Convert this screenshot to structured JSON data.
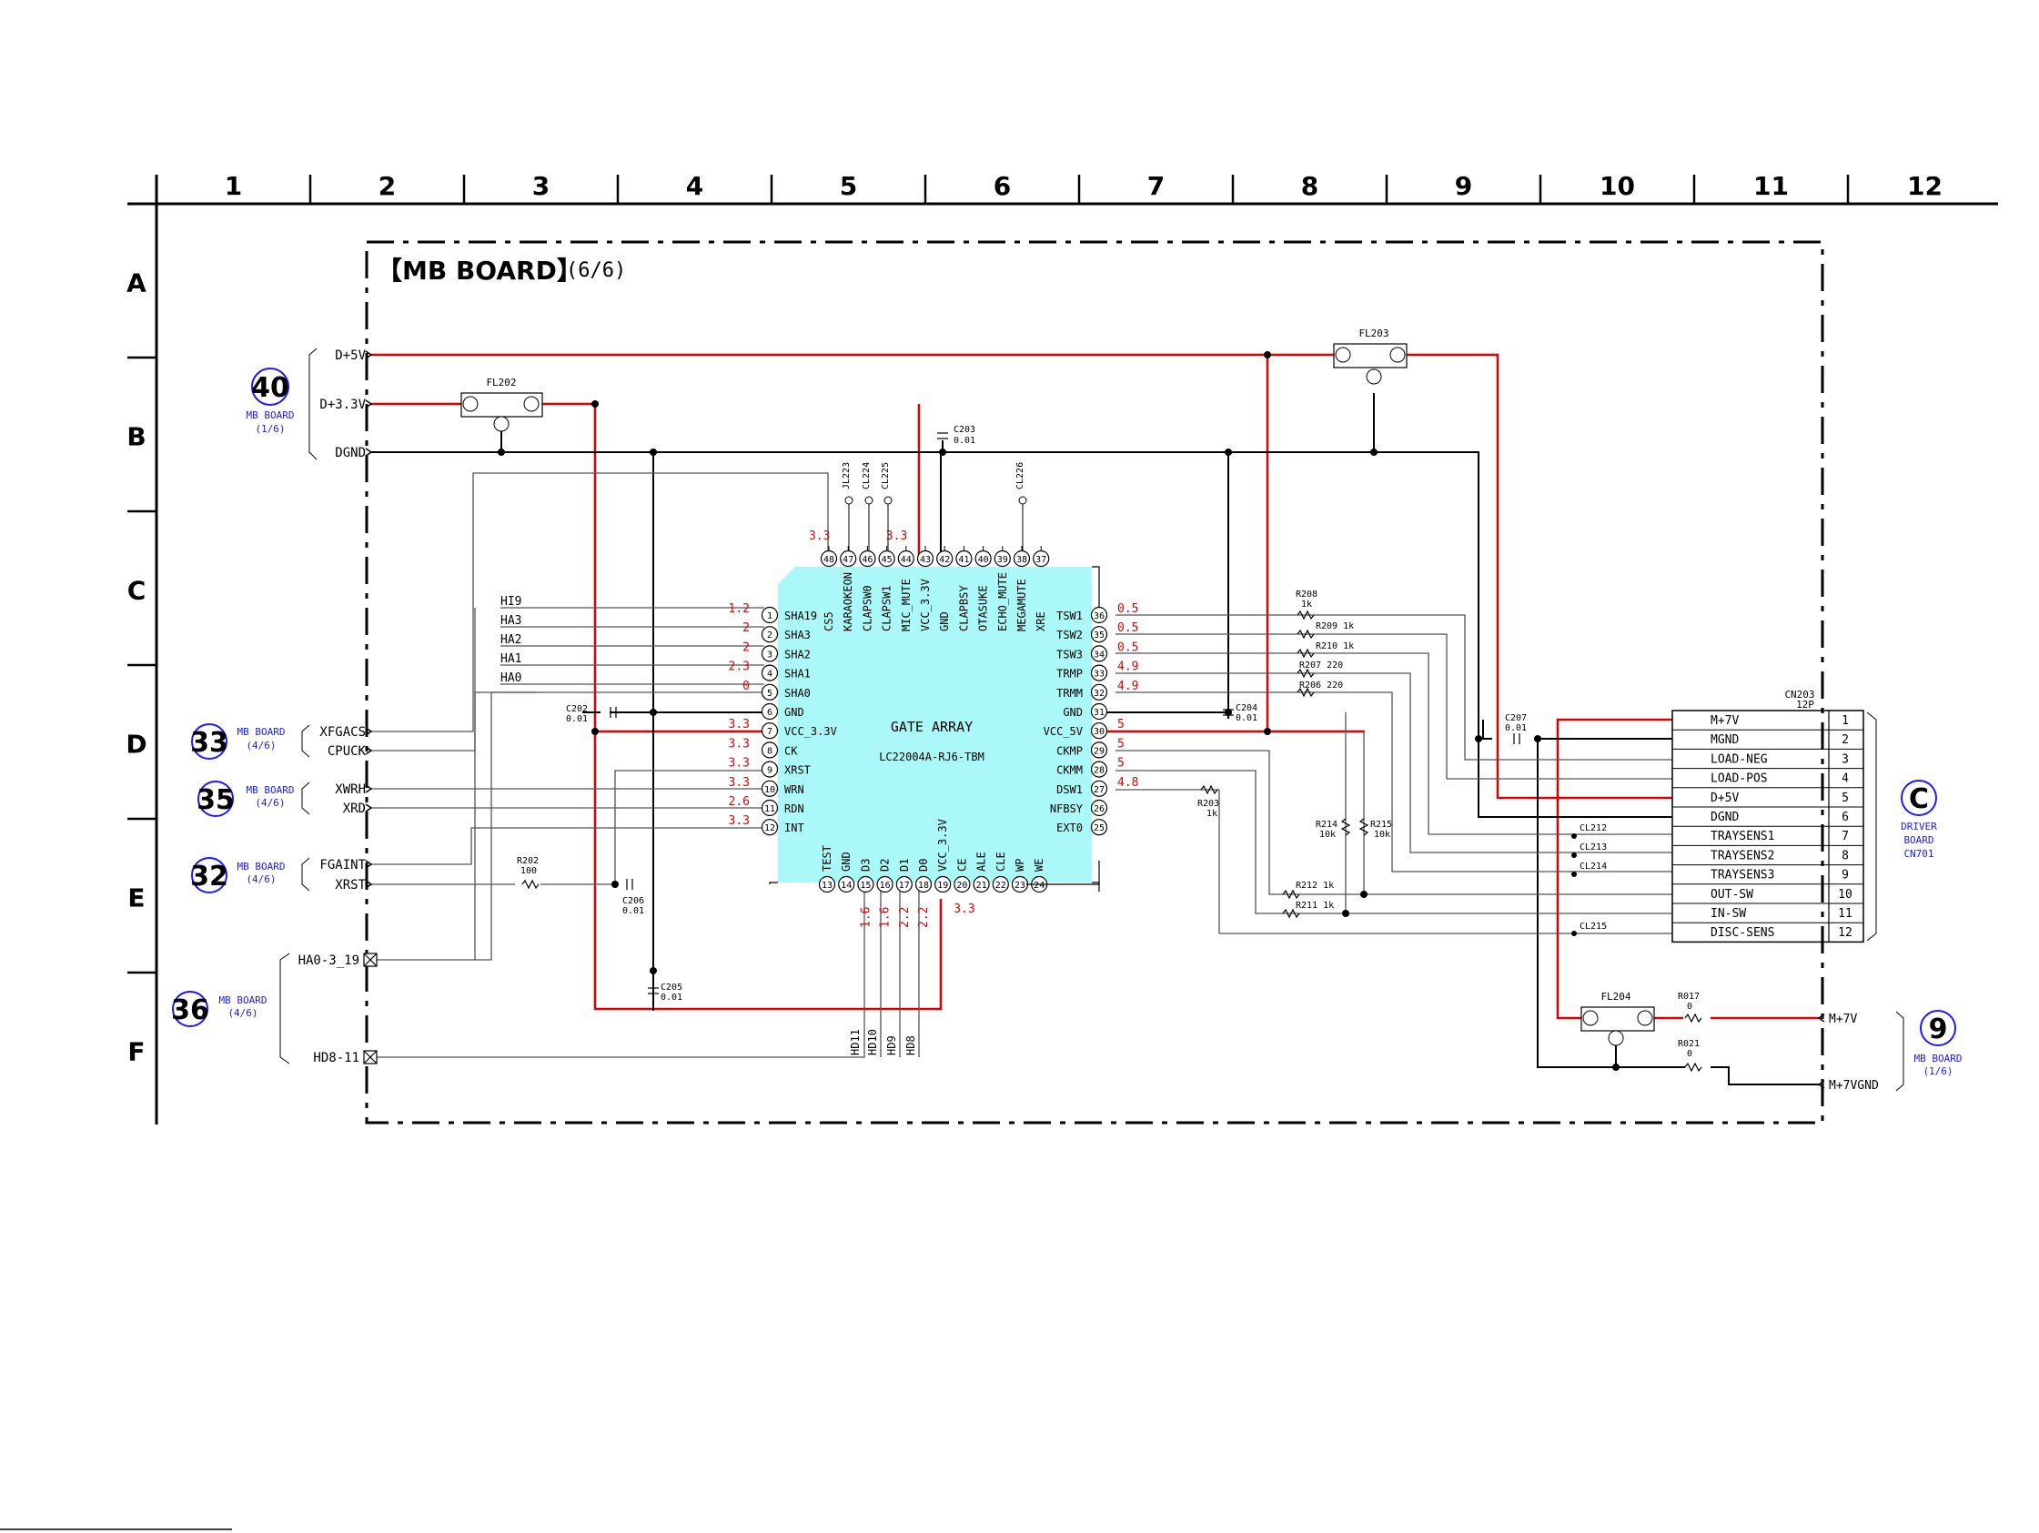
{
  "grid": {
    "columns": [
      "1",
      "2",
      "3",
      "4",
      "5",
      "6",
      "7",
      "8",
      "9",
      "10",
      "11",
      "12"
    ],
    "rows": [
      "A",
      "B",
      "C",
      "D",
      "E",
      "F"
    ]
  },
  "board": {
    "title": "【MB BOARD】",
    "page": "(6/6)"
  },
  "ic": {
    "name": "GATE ARRAY",
    "part": "LC22004A-RJ6-TBM",
    "top_pins": [
      {
        "num": "48",
        "name": "CS5",
        "v": "3.3"
      },
      {
        "num": "47",
        "name": "KARAOKEON",
        "v": ""
      },
      {
        "num": "46",
        "name": "CLAPSW0",
        "v": ""
      },
      {
        "num": "45",
        "name": "CLAPSW1",
        "v": ""
      },
      {
        "num": "44",
        "name": "MIC_MUTE",
        "v": "3.3"
      },
      {
        "num": "43",
        "name": "VCC_3.3V",
        "v": ""
      },
      {
        "num": "42",
        "name": "GND",
        "v": ""
      },
      {
        "num": "41",
        "name": "CLAPBSY",
        "v": ""
      },
      {
        "num": "40",
        "name": "OTASUKE",
        "v": ""
      },
      {
        "num": "39",
        "name": "ECHO_MUTE",
        "v": ""
      },
      {
        "num": "38",
        "name": "MEGAMUTE",
        "v": ""
      },
      {
        "num": "37",
        "name": "XRE",
        "v": ""
      }
    ],
    "left_pins": [
      {
        "num": "1",
        "name": "SHA19",
        "v": "1.2"
      },
      {
        "num": "2",
        "name": "SHA3",
        "v": "2"
      },
      {
        "num": "3",
        "name": "SHA2",
        "v": "2"
      },
      {
        "num": "4",
        "name": "SHA1",
        "v": "2.3"
      },
      {
        "num": "5",
        "name": "SHA0",
        "v": "0"
      },
      {
        "num": "6",
        "name": "GND",
        "v": ""
      },
      {
        "num": "7",
        "name": "VCC_3.3V",
        "v": "3.3"
      },
      {
        "num": "8",
        "name": "CK",
        "v": "3.3"
      },
      {
        "num": "9",
        "name": "XRST",
        "v": "3.3"
      },
      {
        "num": "10",
        "name": "WRN",
        "v": "3.3"
      },
      {
        "num": "11",
        "name": "RDN",
        "v": "2.6"
      },
      {
        "num": "12",
        "name": "INT",
        "v": "3.3"
      }
    ],
    "right_pins": [
      {
        "num": "36",
        "name": "TSW1",
        "v": "0.5"
      },
      {
        "num": "35",
        "name": "TSW2",
        "v": "0.5"
      },
      {
        "num": "34",
        "name": "TSW3",
        "v": "0.5"
      },
      {
        "num": "33",
        "name": "TRMP",
        "v": "4.9"
      },
      {
        "num": "32",
        "name": "TRMM",
        "v": "4.9"
      },
      {
        "num": "31",
        "name": "GND",
        "v": ""
      },
      {
        "num": "30",
        "name": "VCC_5V",
        "v": "5"
      },
      {
        "num": "29",
        "name": "CKMP",
        "v": "5"
      },
      {
        "num": "28",
        "name": "CKMM",
        "v": "5"
      },
      {
        "num": "27",
        "name": "DSW1",
        "v": "4.8"
      },
      {
        "num": "26",
        "name": "NFBSY",
        "v": ""
      },
      {
        "num": "25",
        "name": "EXT0",
        "v": ""
      }
    ],
    "bottom_pins": [
      {
        "num": "13",
        "name": "TEST",
        "v": ""
      },
      {
        "num": "14",
        "name": "GND",
        "v": ""
      },
      {
        "num": "15",
        "name": "D3",
        "v": "1.6"
      },
      {
        "num": "16",
        "name": "D2",
        "v": "1.6"
      },
      {
        "num": "17",
        "name": "D1",
        "v": "2.2"
      },
      {
        "num": "18",
        "name": "D0",
        "v": "2.2"
      },
      {
        "num": "19",
        "name": "VCC_3.3V",
        "v": "3.3"
      },
      {
        "num": "20",
        "name": "CE",
        "v": ""
      },
      {
        "num": "21",
        "name": "ALE",
        "v": ""
      },
      {
        "num": "22",
        "name": "CLE",
        "v": ""
      },
      {
        "num": "23",
        "name": "WP",
        "v": ""
      },
      {
        "num": "24",
        "name": "WE",
        "v": ""
      }
    ]
  },
  "left_connectors": {
    "b40": {
      "num": "40",
      "board": "MB BOARD",
      "page": "(1/6)",
      "signals": [
        "D+5V",
        "D+3.3V",
        "DGND"
      ]
    },
    "b33": {
      "num": "33",
      "board": "MB BOARD",
      "page": "(4/6)",
      "signals": [
        "XFGACS",
        "CPUCK"
      ]
    },
    "b35": {
      "num": "35",
      "board": "MB BOARD",
      "page": "(4/6)",
      "signals": [
        "XWRH",
        "XRD"
      ]
    },
    "b32": {
      "num": "32",
      "board": "MB BOARD",
      "page": "(4/6)",
      "signals": [
        "FGAINT",
        "XRST"
      ]
    },
    "b36": {
      "num": "36",
      "board": "MB BOARD",
      "page": "(4/6)",
      "signals": [
        "HA0-3_19",
        "HD8-11"
      ]
    }
  },
  "bus_labels": {
    "left": [
      "HI9",
      "HA3",
      "HA2",
      "HA1",
      "HA0"
    ],
    "bottom": [
      "HD11",
      "HD10",
      "HD9",
      "HD8"
    ]
  },
  "components": {
    "fl202": "FL202",
    "fl203": "FL203",
    "fl204": "FL204",
    "c203": [
      "C203",
      "0.01"
    ],
    "c202": [
      "C202",
      "0.01"
    ],
    "c204": [
      "C204",
      "0.01"
    ],
    "c205": [
      "C205",
      "0.01"
    ],
    "c206": [
      "C206",
      "0.01"
    ],
    "c207": [
      "C207",
      "0.01"
    ],
    "r202": [
      "R202",
      "100"
    ],
    "r203": [
      "R203",
      "1k"
    ],
    "r208": [
      "R208",
      "1k"
    ],
    "r209": "R209 1k",
    "r210": "R210 1k",
    "r207": "R207 220",
    "r206": "R206 220",
    "r214": [
      "R214",
      "10k"
    ],
    "r215": [
      "R215",
      "10k"
    ],
    "r212": "R212 1k",
    "r211": "R211 1k",
    "r017": [
      "R017",
      "0"
    ],
    "r021": [
      "R021",
      "0"
    ],
    "jl223": "JL223",
    "cl224": "CL224",
    "cl225": "CL225",
    "cl226": "CL226",
    "cl212": "CL212",
    "cl213": "CL213",
    "cl214": "CL214",
    "cl215": "CL215"
  },
  "cn203": {
    "title": "CN203",
    "pins_label": "12P",
    "pins": [
      {
        "num": "1",
        "name": "M+7V"
      },
      {
        "num": "2",
        "name": "MGND"
      },
      {
        "num": "3",
        "name": "LOAD-NEG"
      },
      {
        "num": "4",
        "name": "LOAD-POS"
      },
      {
        "num": "5",
        "name": "D+5V"
      },
      {
        "num": "6",
        "name": "DGND"
      },
      {
        "num": "7",
        "name": "TRAYSENS1"
      },
      {
        "num": "8",
        "name": "TRAYSENS2"
      },
      {
        "num": "9",
        "name": "TRAYSENS3"
      },
      {
        "num": "10",
        "name": "OUT-SW"
      },
      {
        "num": "11",
        "name": "IN-SW"
      },
      {
        "num": "12",
        "name": "DISC-SENS"
      }
    ]
  },
  "driver_board": {
    "letter": "C",
    "line1": "DRIVER",
    "line2": "BOARD",
    "line3": "CN701"
  },
  "right_board": {
    "num": "9",
    "board": "MB BOARD",
    "page": "(1/6)",
    "signals": [
      "M+7V",
      "M+7VGND"
    ]
  },
  "colors": {
    "power": "#e00000",
    "wire": "#000000",
    "ic_fill": "#aaf8f8",
    "ref": "#1a1aff",
    "voltage": "#e00000"
  }
}
